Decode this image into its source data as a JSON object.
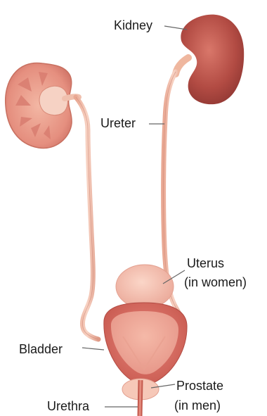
{
  "labels": {
    "kidney": "Kidney",
    "ureter": "Ureter",
    "uterus": [
      "Uterus",
      "(in women)"
    ],
    "bladder": "Bladder",
    "prostate": [
      "Prostate",
      "(in men)"
    ],
    "urethra": "Urethra"
  }
}
